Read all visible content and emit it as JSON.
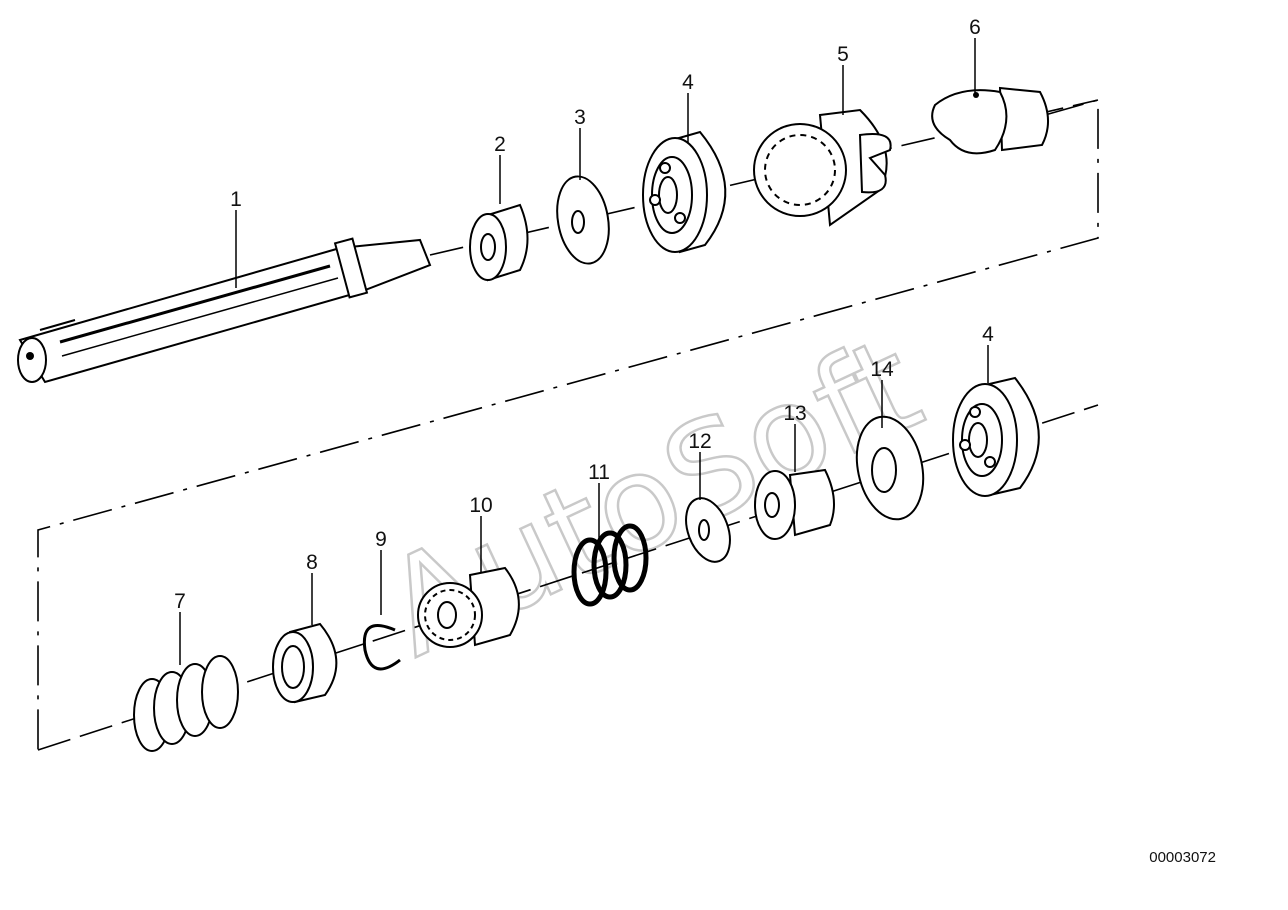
{
  "watermark": "AutoSoft",
  "drawing_number": "00003072",
  "callouts": [
    {
      "id": "c1",
      "label": "1"
    },
    {
      "id": "c2",
      "label": "2"
    },
    {
      "id": "c3",
      "label": "3"
    },
    {
      "id": "c4a",
      "label": "4"
    },
    {
      "id": "c5",
      "label": "5"
    },
    {
      "id": "c6",
      "label": "6"
    },
    {
      "id": "c7",
      "label": "7"
    },
    {
      "id": "c8",
      "label": "8"
    },
    {
      "id": "c9",
      "label": "9"
    },
    {
      "id": "c10",
      "label": "10"
    },
    {
      "id": "c11",
      "label": "11"
    },
    {
      "id": "c12",
      "label": "12"
    },
    {
      "id": "c13",
      "label": "13"
    },
    {
      "id": "c14",
      "label": "14"
    },
    {
      "id": "c4b",
      "label": "4"
    }
  ],
  "colors": {
    "ink": "#000000",
    "paper": "#ffffff",
    "watermark": "#c9c9c9"
  }
}
